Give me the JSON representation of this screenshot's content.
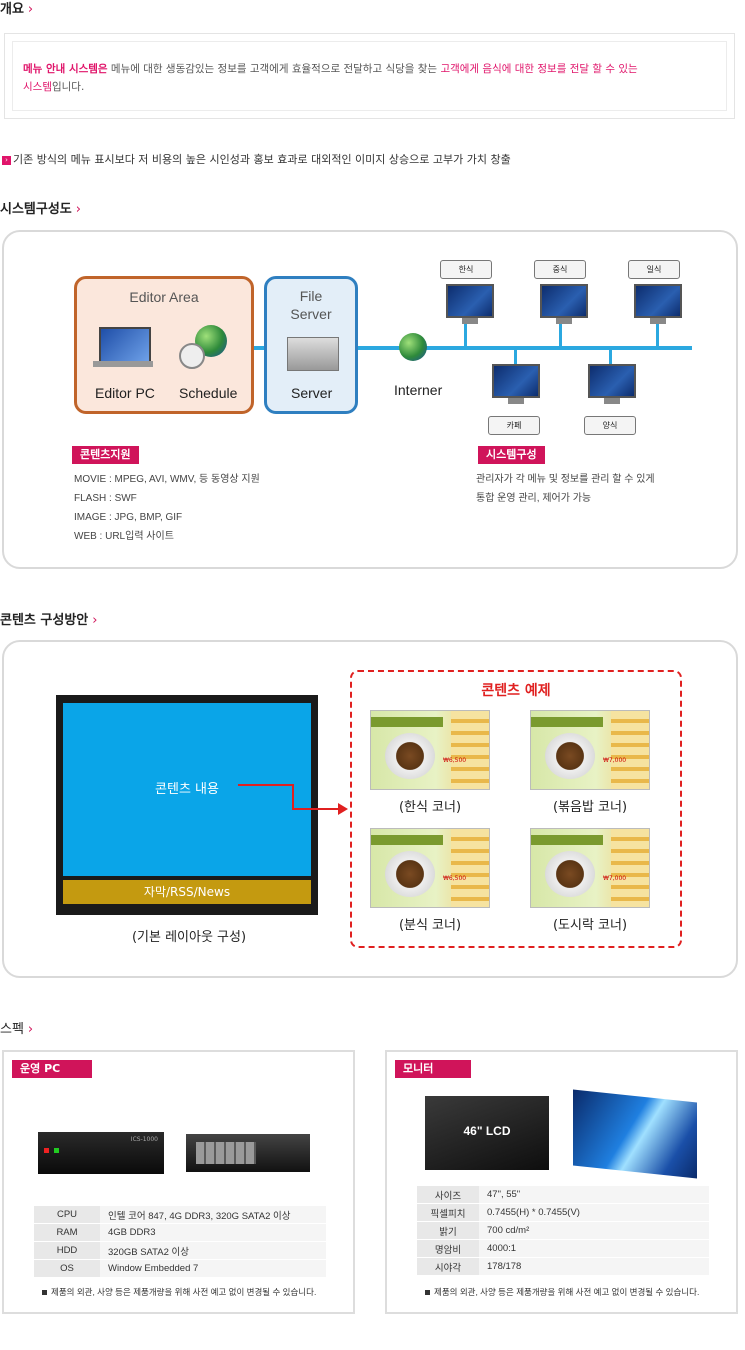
{
  "overview": {
    "title": "개요",
    "chevron": "›",
    "intro_pink1": "메뉴 안내 시스템은",
    "intro_text1": " 메뉴에 대한 생동감있는 정보를 고객에게 효율적으로 전달하고 식당을 찾는 ",
    "intro_pink2": "고객에게 음식에 대한 정보를 전달 할 수 있는",
    "intro_pink3": "시스템",
    "intro_text2": "입니다.",
    "bullet_icon": "›",
    "bullet_text": "기존 방식의 메뉴 표시보다 저 비용의 높은 시인성과 홍보 효과로 대외적인 이미지 상승으로 고부가 가치 창출"
  },
  "system": {
    "title": "시스템구성도",
    "editor_area": "Editor Area",
    "editor_pc": "Editor PC",
    "schedule": "Schedule",
    "file_server": "File\nServer",
    "server": "Server",
    "internet": "Interner",
    "terminals": [
      "한식",
      "중식",
      "일식",
      "카페",
      "양식"
    ],
    "content_support_tag": "콘텐츠지원",
    "content_support_lines": [
      "MOVIE : MPEG, AVI, WMV, 등 동영상 지원",
      "FLASH : SWF",
      "IMAGE : JPG, BMP, GIF",
      "WEB : URL입력 사이트"
    ],
    "system_tag": "시스템구성",
    "system_lines": [
      "관리자가 각 메뉴 및 정보를 관리 할 수 있게",
      "통합 운영 관리, 제어가 가능"
    ]
  },
  "content": {
    "title": "콘텐츠 구성방안",
    "layout_main": "콘텐츠 내용",
    "layout_ticker": "자막/RSS/News",
    "layout_caption": "(기본 레이아웃 구성)",
    "examples_title": "콘텐츠 예제",
    "examples": [
      "(한식 코너)",
      "(볶음밥 코너)",
      "(분식 코너)",
      "(도시락 코너)"
    ],
    "prices": [
      "₩6,500",
      "₩7,000",
      "₩6,500",
      "₩7,000"
    ]
  },
  "specs": {
    "title": "스펙",
    "pc_tag": "운영 PC",
    "pc_model": "ICS-1000",
    "pc_rows": [
      {
        "k": "CPU",
        "v": "인텔 코어 847, 4G DDR3, 320G SATA2 이상"
      },
      {
        "k": "RAM",
        "v": "4GB DDR3"
      },
      {
        "k": "HDD",
        "v": "320GB SATA2 이상"
      },
      {
        "k": "OS",
        "v": "Window Embedded 7"
      }
    ],
    "monitor_tag": "모니터",
    "monitor_label": "46\" LCD",
    "monitor_rows": [
      {
        "k": "사이즈",
        "v": "47\", 55\""
      },
      {
        "k": "픽셀피치",
        "v": "0.7455(H) * 0.7455(V)"
      },
      {
        "k": "밝기",
        "v": "700 cd/m²"
      },
      {
        "k": "명암비",
        "v": "4000:1"
      },
      {
        "k": "시야각",
        "v": "178/178"
      }
    ],
    "note": "제품의 외관, 사양 등은 제품개량을 위해 사전 예고 없이 변경될 수 있습니다."
  }
}
